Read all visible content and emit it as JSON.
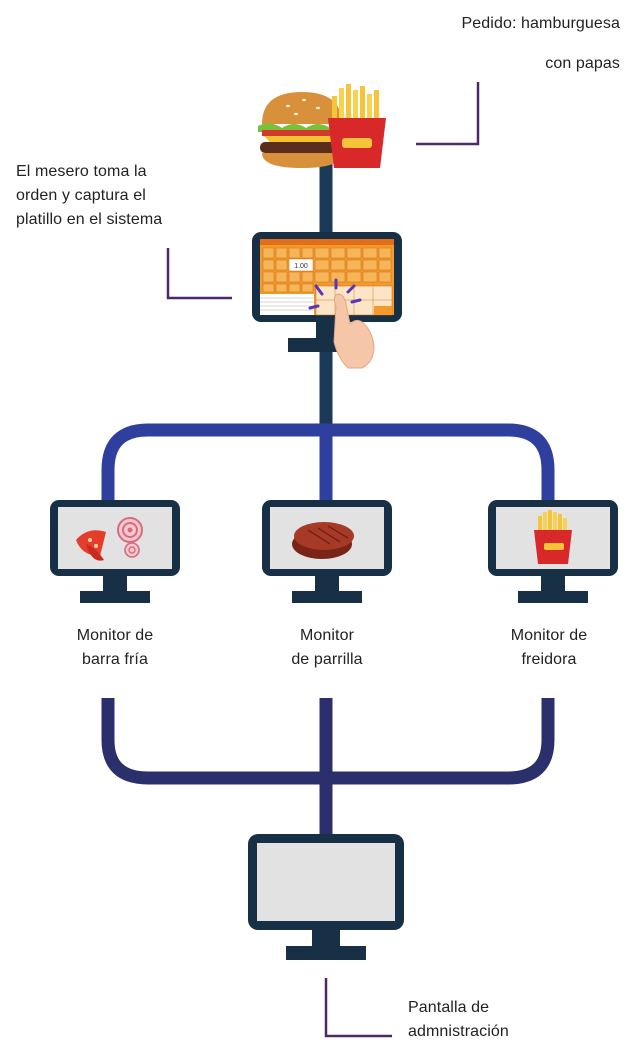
{
  "order": {
    "line1": "Pedido: hamburguesa",
    "line2": "con papas"
  },
  "waiter": {
    "line1": "El mesero toma la",
    "line2": "orden y captura el",
    "line3": "platillo en el sistema",
    "pos_display_value": "1.00"
  },
  "monitors": [
    {
      "line1": "Monitor de",
      "line2": "barra fría",
      "icon": "tomato-onion-icon"
    },
    {
      "line1": "Monitor",
      "line2": "de parrilla",
      "icon": "burger-patty-icon"
    },
    {
      "line1": "Monitor de",
      "line2": "freidora",
      "icon": "fries-icon"
    }
  ],
  "admin": {
    "line1": "Pantalla de",
    "line2": "admnistración"
  },
  "colors": {
    "trunk": "#1b3a57",
    "branch": "#2e3f9e",
    "bottom_branch": "#2b2f6b",
    "monitor_frame": "#173045",
    "screen": "#e2e2e2",
    "callout": "#4a2a6a",
    "pos_orange": "#f39a2a"
  }
}
